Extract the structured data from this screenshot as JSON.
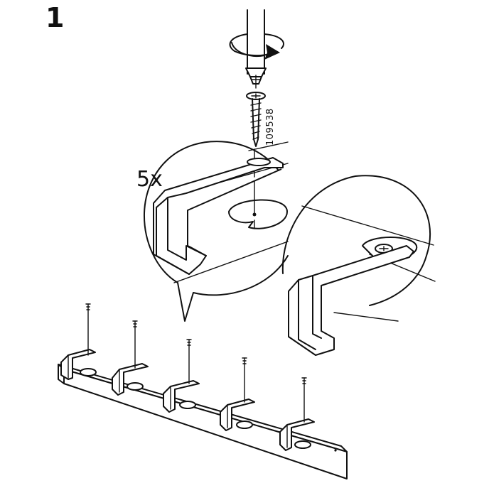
{
  "step_number": "1",
  "quantity": "5x",
  "part_number": "109538",
  "colors": {
    "line": "#111111",
    "background": "#ffffff",
    "shade": "#d7d7d7"
  },
  "icons": {
    "screwdriver": "screwdriver-icon",
    "rotation": "clockwise-rotation-arrow-icon",
    "screw": "wood-screw-icon"
  }
}
